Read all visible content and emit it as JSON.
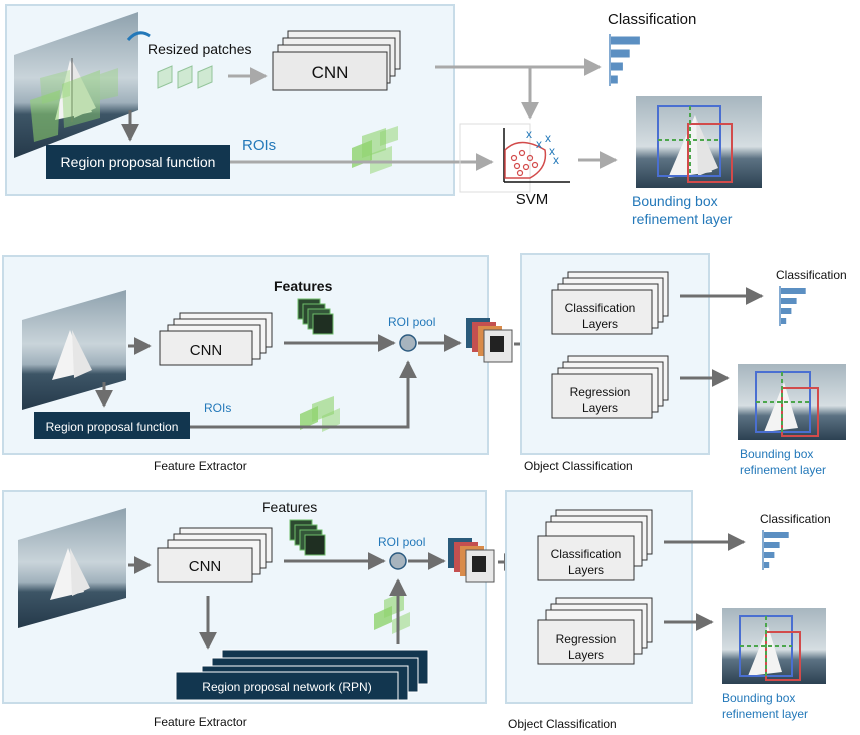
{
  "colors": {
    "panel_fill": "#eef6fb",
    "panel_stroke": "#c8dce8",
    "navy": "#12364f",
    "blue_text": "#2378b9",
    "bar_blue": "#5b8fc2",
    "roi_green": "#8fd36e",
    "arrow_gray": "#a9a9a9",
    "arrow_dark": "#6e6e6e"
  },
  "rcnn": {
    "resized_patches": "Resized patches",
    "cnn": "CNN",
    "region_proposal": "Region proposal function",
    "rois": "ROIs",
    "classification": "Classification",
    "svm": "SVM",
    "bbox_line1": "Bounding box",
    "bbox_line2": "refinement layer",
    "bars": [
      0.85,
      0.55,
      0.35,
      0.2
    ]
  },
  "fast_rcnn": {
    "features": "Features",
    "cnn": "CNN",
    "roi_pool": "ROI pool",
    "rois": "ROIs",
    "region_proposal": "Region proposal function",
    "classification_layers_1": "Classification",
    "classification_layers_2": "Layers",
    "regression_layers_1": "Regression",
    "regression_layers_2": "Layers",
    "classification": "Classification",
    "bbox_line1": "Bounding box",
    "bbox_line2": "refinement layer",
    "feature_extractor": "Feature Extractor",
    "object_classification": "Object Classification",
    "bars": [
      0.95,
      0.6,
      0.4,
      0.2
    ]
  },
  "faster_rcnn": {
    "features": "Features",
    "cnn": "CNN",
    "roi_pool": "ROI pool",
    "rpn": "Region proposal network (RPN)",
    "classification_layers_1": "Classification",
    "classification_layers_2": "Layers",
    "regression_layers_1": "Regression",
    "regression_layers_2": "Layers",
    "classification": "Classification",
    "bbox_line1": "Bounding box",
    "bbox_line2": "refinement layer",
    "feature_extractor": "Feature Extractor",
    "object_classification": "Object Classification",
    "bars": [
      0.95,
      0.6,
      0.4,
      0.2
    ]
  }
}
